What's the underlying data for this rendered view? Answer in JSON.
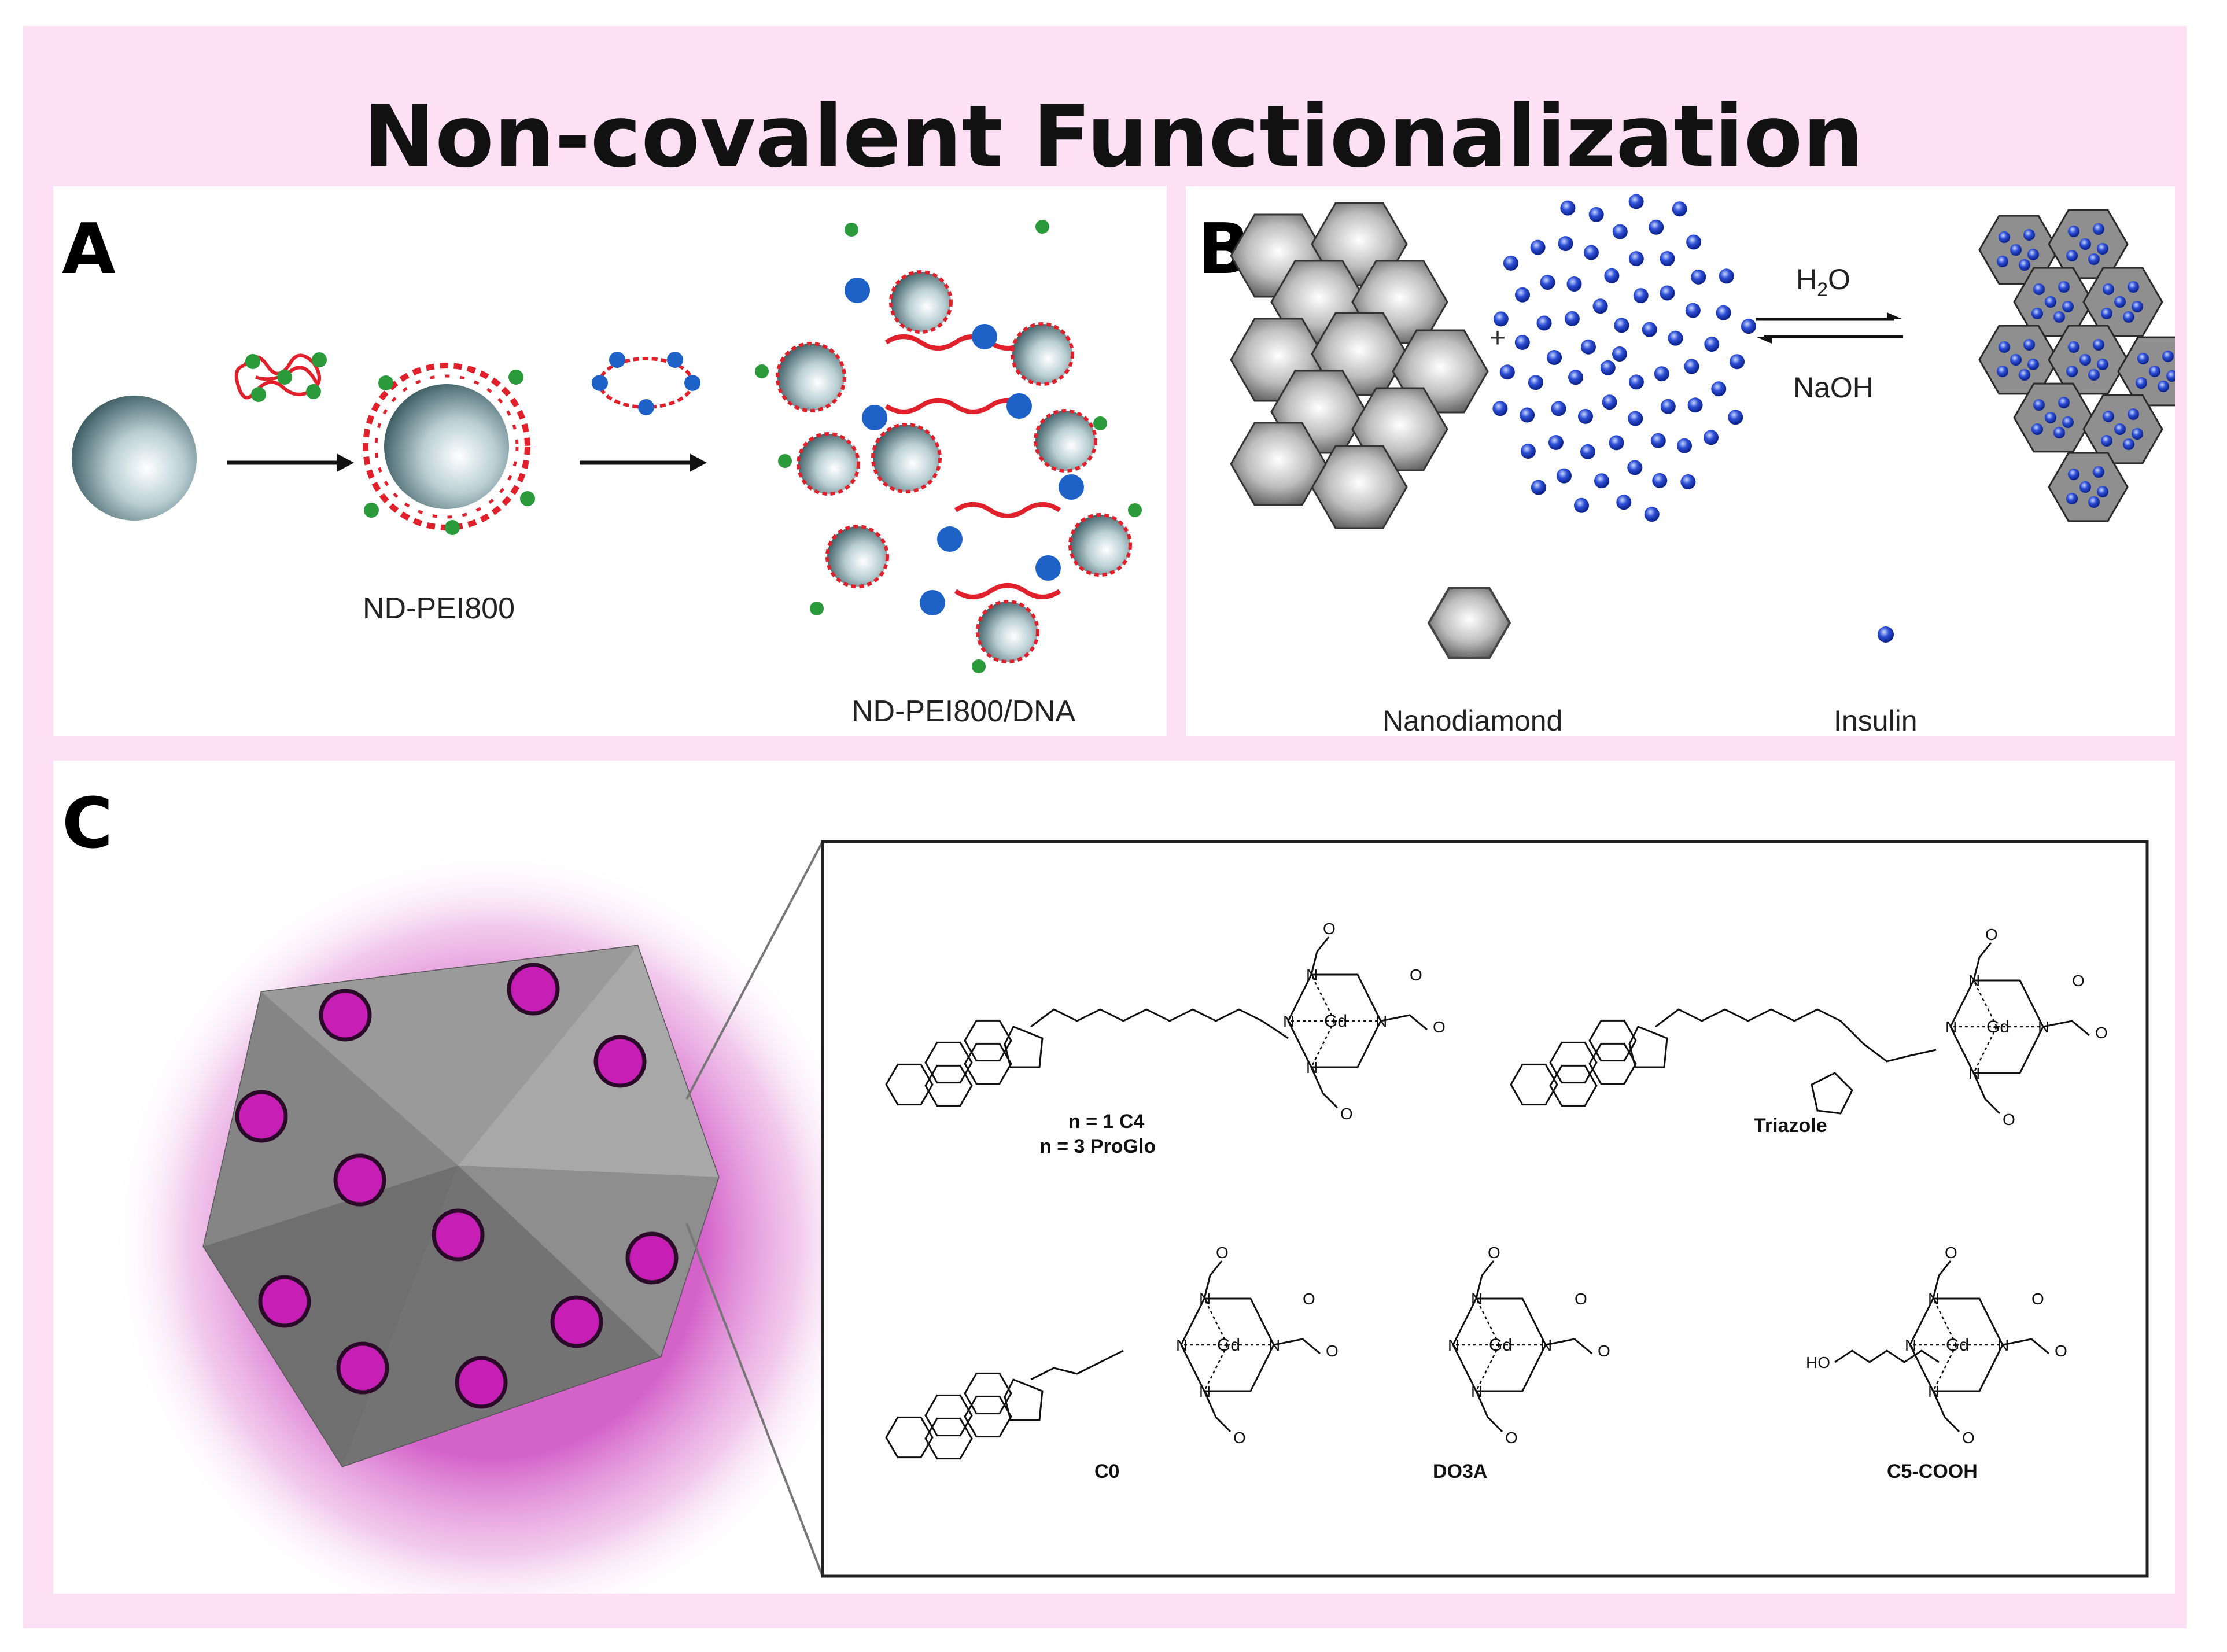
{
  "title": "Non-covalent Functionalization",
  "panel_a": {
    "label": "A",
    "caption_nd_pei": "ND-PEI800",
    "caption_complex": "ND-PEI800/DNA"
  },
  "panel_b": {
    "label": "B",
    "plus": "+",
    "h2o": "H",
    "h2o_sub": "2",
    "h2o_end": "O",
    "naoh": "NaOH",
    "legend_nanodiamond": "Nanodiamond",
    "legend_insulin": "Insulin"
  },
  "panel_c": {
    "label": "C",
    "structures": {
      "c4_line1": "n = 1  C4",
      "c4_line2": "n = 3  ProGlo",
      "triazole": "Triazole",
      "c0": "C0",
      "do3a": "DO3A",
      "c5cooh": "C5-COOH"
    },
    "atoms": {
      "gd": "Gd",
      "n": "N",
      "o": "O",
      "h": "H",
      "ho": "HO",
      "n_sub": "n"
    }
  },
  "colors": {
    "background": "#fde0f3",
    "polymer": "#e0202a",
    "positive_charge": "#2a9a3a",
    "negative_charge": "#1e62c8",
    "insulin": "#2e4fd6",
    "gd_marker": "#c71fb6"
  }
}
